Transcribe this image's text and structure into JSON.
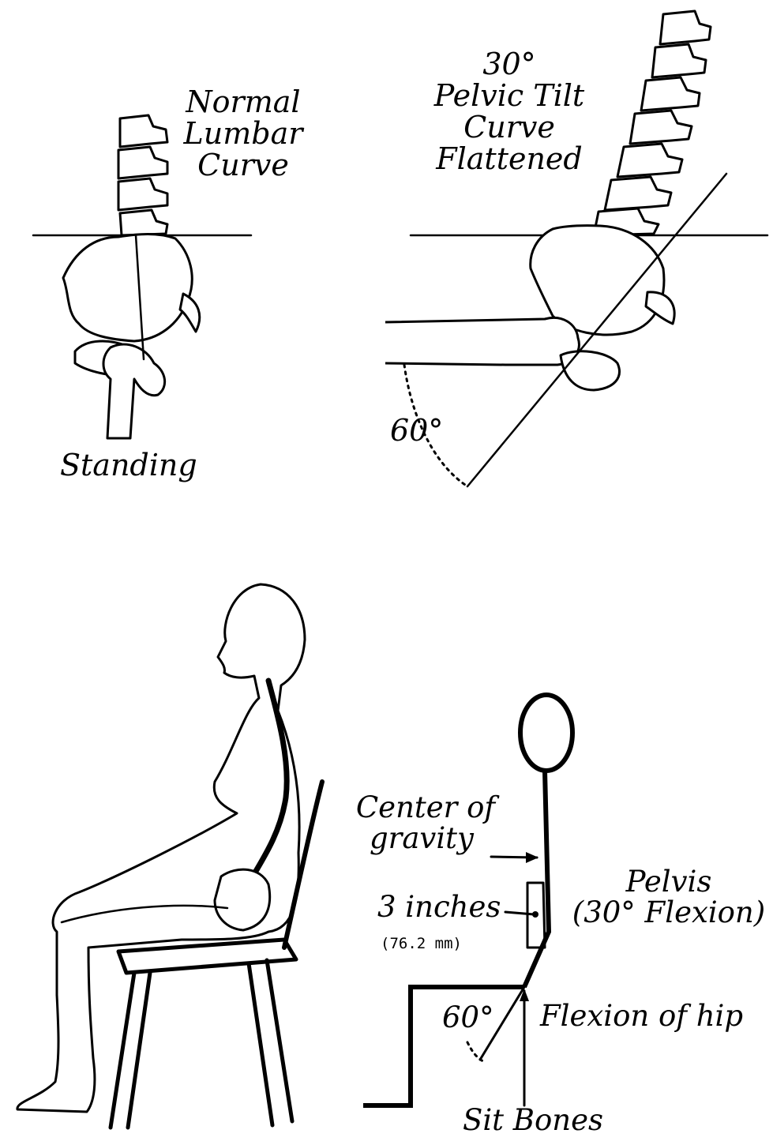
{
  "standing": {
    "caption": "Standing",
    "curve_label": [
      "Normal",
      "Lumbar",
      "Curve"
    ]
  },
  "tilt": {
    "label": [
      "30°",
      "Pelvic Tilt",
      "Curve",
      "Flattened"
    ],
    "angle": "60°"
  },
  "seated_model": {
    "center_of_gravity": [
      "Center of",
      "gravity"
    ],
    "offset": "3 inches",
    "offset_metric": "(76.2 mm)",
    "pelvis": [
      "Pelvis",
      "(30° Flexion)"
    ],
    "hip_angle": "60°",
    "hip_label": "Flexion of hip",
    "base_label": "Sit Bones"
  }
}
